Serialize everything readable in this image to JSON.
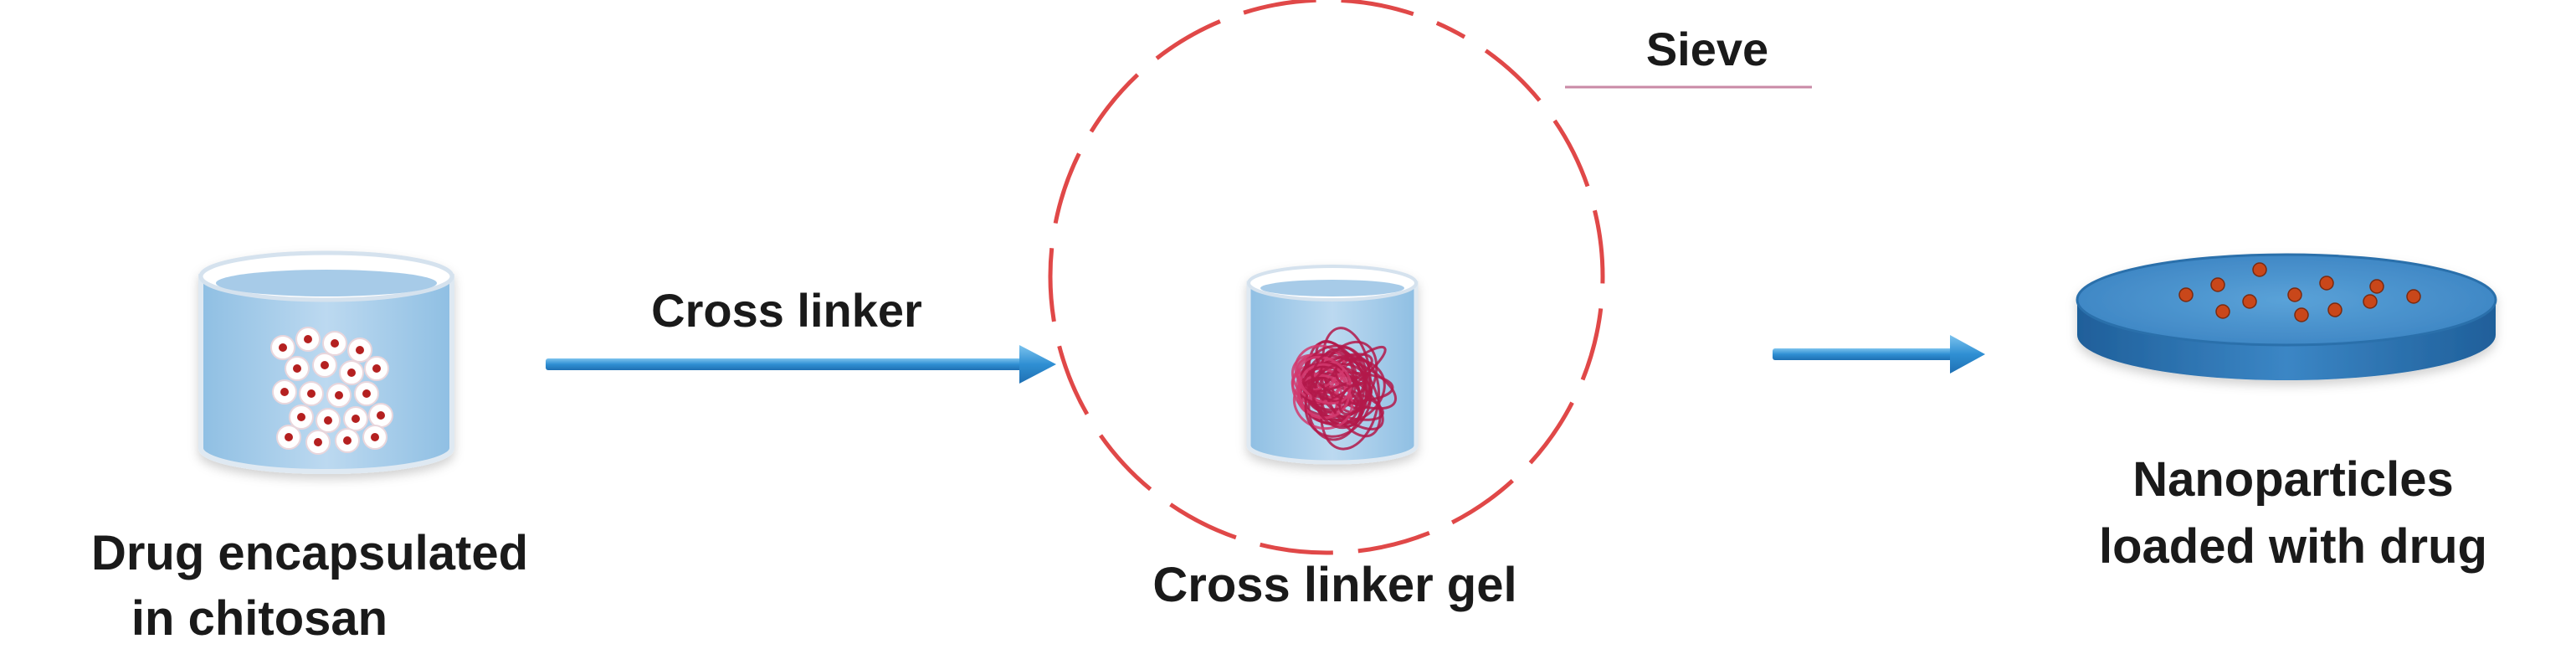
{
  "diagram": {
    "step1": {
      "label_line1": "Drug encapsulated",
      "label_line2": "in chitosan"
    },
    "arrow1": {
      "label": "Cross linker"
    },
    "sieve": {
      "label": "Sieve"
    },
    "step2": {
      "label": "Cross linker gel"
    },
    "step3": {
      "label_line1": "Nanoparticles",
      "label_line2": "loaded with drug"
    }
  },
  "colors": {
    "arrow": "#3a9ad9",
    "beaker_liquid": "#a8cdea",
    "sieve_dashes": "#e04848",
    "gel_tangle": "#b3194a",
    "drug_dot": "#b42020",
    "dish": "#3f88c9",
    "particle": "#c9471a"
  }
}
